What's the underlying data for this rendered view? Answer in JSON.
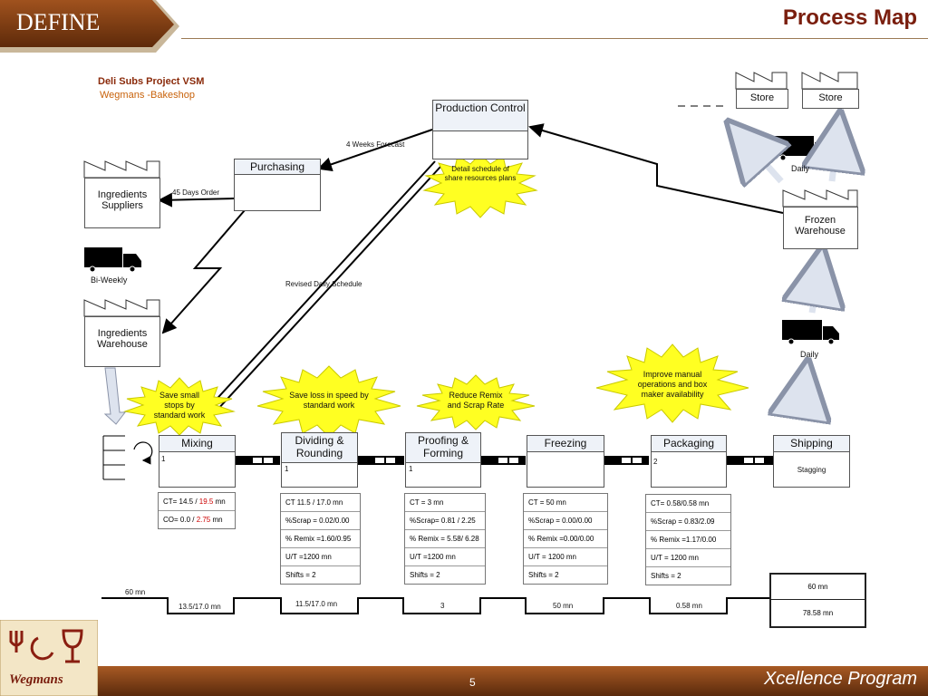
{
  "header": {
    "tab_label": "DEFINE",
    "title": "Process Map"
  },
  "vsm": {
    "title": "Deli Subs Project VSM",
    "subtitle": "Wegmans -Bakeshop"
  },
  "entities": {
    "production_control": "Production Control",
    "purchasing": "Purchasing",
    "ingredients_suppliers": "Ingredients Suppliers",
    "ingredients_warehouse": "Ingredients Warehouse",
    "frozen_warehouse": "Frozen Warehouse",
    "store_1": "Store",
    "store_2": "Store"
  },
  "flow_labels": {
    "forecast": "4 Weeks Forecast",
    "order": "45 Days Order",
    "revised": "Revised Daily Schedule",
    "biweekly": "Bi-Weekly",
    "daily_top": "Daily",
    "daily_mid": "Daily"
  },
  "kaizen": {
    "detail_schedule": "Detail schedule of share resources plans",
    "save_small_stops": "Save small stops by standard work",
    "save_loss": "Save loss in speed by standard work",
    "reduce_remix": "Reduce Remix and Scrap Rate",
    "improve_manual": "Improve manual operations and box maker availability"
  },
  "processes": [
    {
      "name": "Mixing",
      "operators": "1"
    },
    {
      "name": "Dividing & Rounding",
      "operators": "1"
    },
    {
      "name": "Proofing & Forming",
      "operators": "1"
    },
    {
      "name": "Freezing",
      "operators": ""
    },
    {
      "name": "Packaging",
      "operators": "2"
    },
    {
      "name": "Shipping",
      "operators": "Stagging"
    }
  ],
  "data_boxes": {
    "mixing": {
      "ct_a": "CT= 14.5 / ",
      "ct_b": "19.5",
      "ct_c": " mn",
      "co_a": "CO= 0.0 / ",
      "co_b": "2.75",
      "co_c": " mn"
    },
    "dividing": [
      "CT 11.5 / 17.0 mn",
      "%Scrap = 0.02/0.00",
      "% Remix =1.60/0.95",
      "U/T =1200 mn",
      "Shifts =   2"
    ],
    "proofing": [
      "CT =    3    mn",
      "%Scrap= 0.81 / 2.25",
      "% Remix = 5.58/ 6.28",
      "U/T =1200 mn",
      "Shifts =   2"
    ],
    "freezing": [
      "CT =   50  mn",
      "%Scrap = 0.00/0.00",
      "% Remix =0.00/0.00",
      "U/T = 1200 mn",
      "Shifts =   2"
    ],
    "packaging": [
      "CT= 0.58/0.58  mn",
      "%Scrap = 0.83/2.09",
      "% Remix =1.17/0.00",
      "U/T = 1200 mn",
      "Shifts =   2"
    ]
  },
  "timeline": {
    "wait_1": "60 mn",
    "proc_1": "13.5/17.0 mn",
    "proc_2": "11.5/17.0 mn",
    "proc_3": "3",
    "proc_4": "50 mn",
    "proc_5": "0.58 mn",
    "total_lead": "60 mn",
    "total_process": "78.58 mn"
  },
  "footer": {
    "program": "Xcellence Program",
    "page": "5",
    "logo": "Wegmans"
  },
  "colors": {
    "brand_brown": "#7a3e14",
    "title_red": "#7a1e0e",
    "burst_yellow": "#ffff22",
    "push_arrow": "#dde3ee"
  }
}
